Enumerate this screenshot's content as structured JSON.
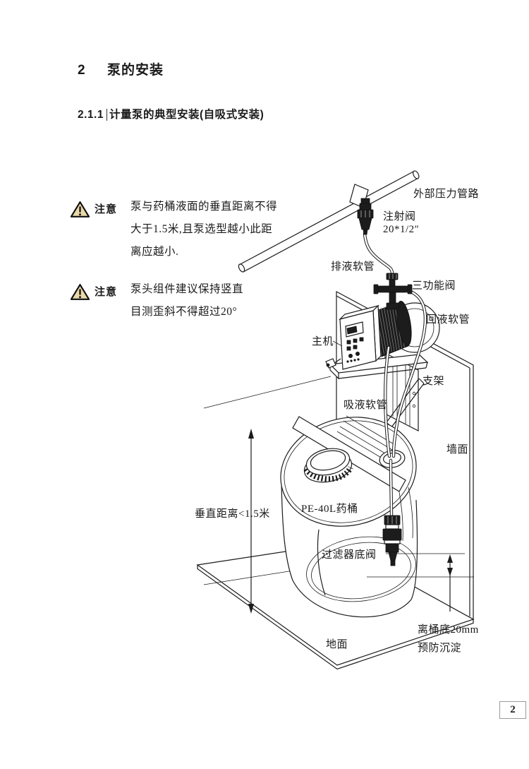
{
  "page": {
    "number": "2"
  },
  "heading": {
    "number": "2",
    "title": "泵的安装"
  },
  "subheading": {
    "number": "2.1.1",
    "title": "计量泵的典型安装(自吸式安装)"
  },
  "notes": {
    "note1": {
      "label": "注意",
      "text": "泵与药桶液面的垂直距离不得\n大于1.5米,且泵选型越小此距\n离应越小."
    },
    "note2": {
      "label": "注意",
      "text": "泵头组件建议保持竖直\n目测歪斜不得超过20°"
    }
  },
  "diagram": {
    "labels": {
      "external_pipe": "外部压力管路",
      "injection_valve": "注射阀",
      "injection_valve_spec": "20*1/2″",
      "drain_hose": "排液软管",
      "three_function_valve": "三功能阀",
      "return_hose": "回液软管",
      "main_unit": "主机",
      "bracket": "支架",
      "suction_hose": "吸液软管",
      "wall": "墙面",
      "vertical_distance": "垂直距离<1.5米",
      "barrel": "PE-40L药桶",
      "filter_foot_valve": "过滤器底阀",
      "bottom_clearance": "离桶底20mm",
      "sediment_note": "预防沉淀",
      "ground": "地面"
    }
  },
  "colors": {
    "warning_fill": "#ead9a8",
    "line": "#1b1b1b",
    "page_border": "#9a9a9a"
  }
}
